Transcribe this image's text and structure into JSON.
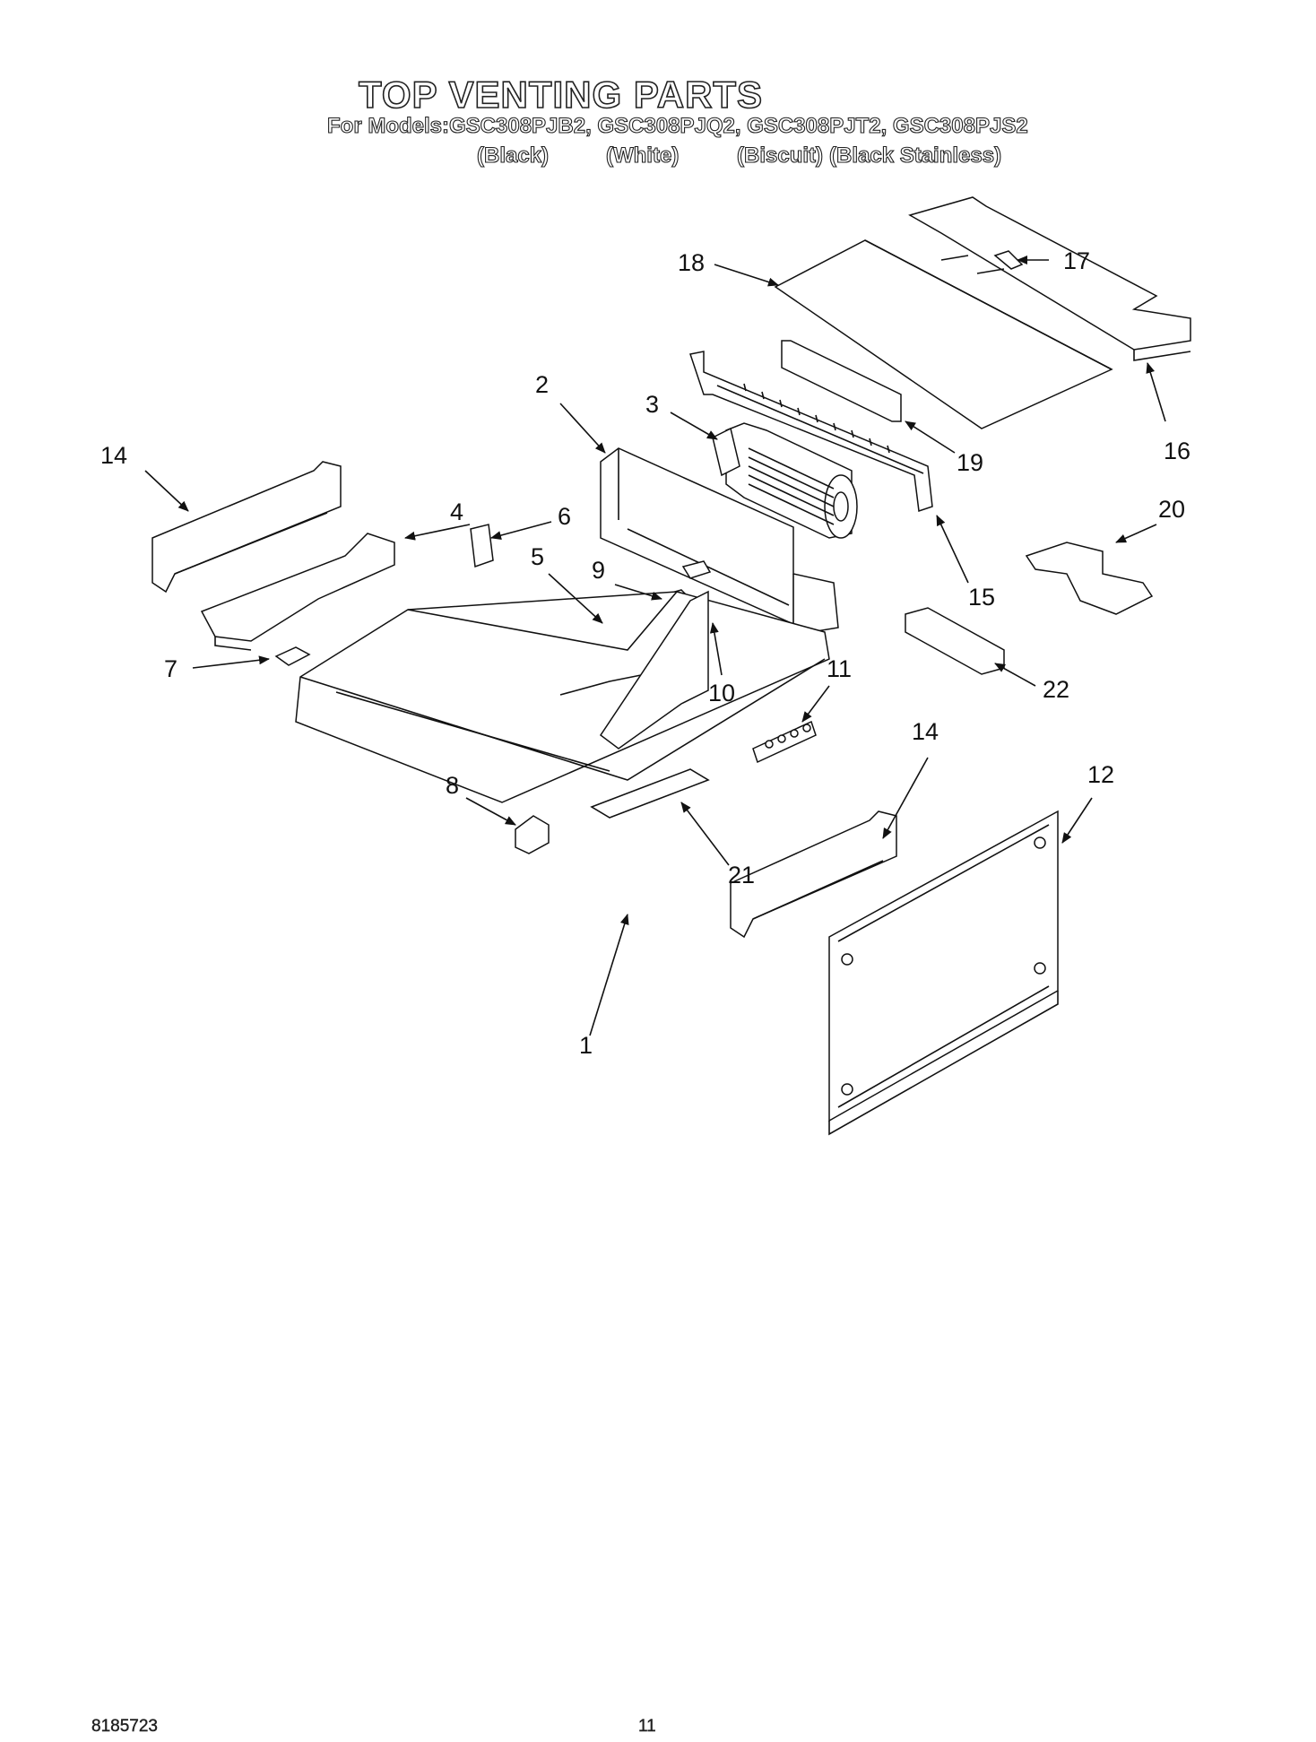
{
  "header": {
    "title": "TOP VENTING PARTS",
    "models_line": "For Models:GSC308PJB2, GSC308PJQ2, GSC308PJT2, GSC308PJS2",
    "colors": [
      "(Black)",
      "(White)",
      "(Biscuit)",
      "(Black Stainless)"
    ]
  },
  "callouts": [
    "1",
    "2",
    "3",
    "4",
    "5",
    "6",
    "7",
    "8",
    "9",
    "10",
    "11",
    "12",
    "14",
    "14",
    "15",
    "16",
    "17",
    "18",
    "19",
    "20",
    "21",
    "22"
  ],
  "footer": {
    "document_number": "8185723",
    "page_number": "11"
  }
}
